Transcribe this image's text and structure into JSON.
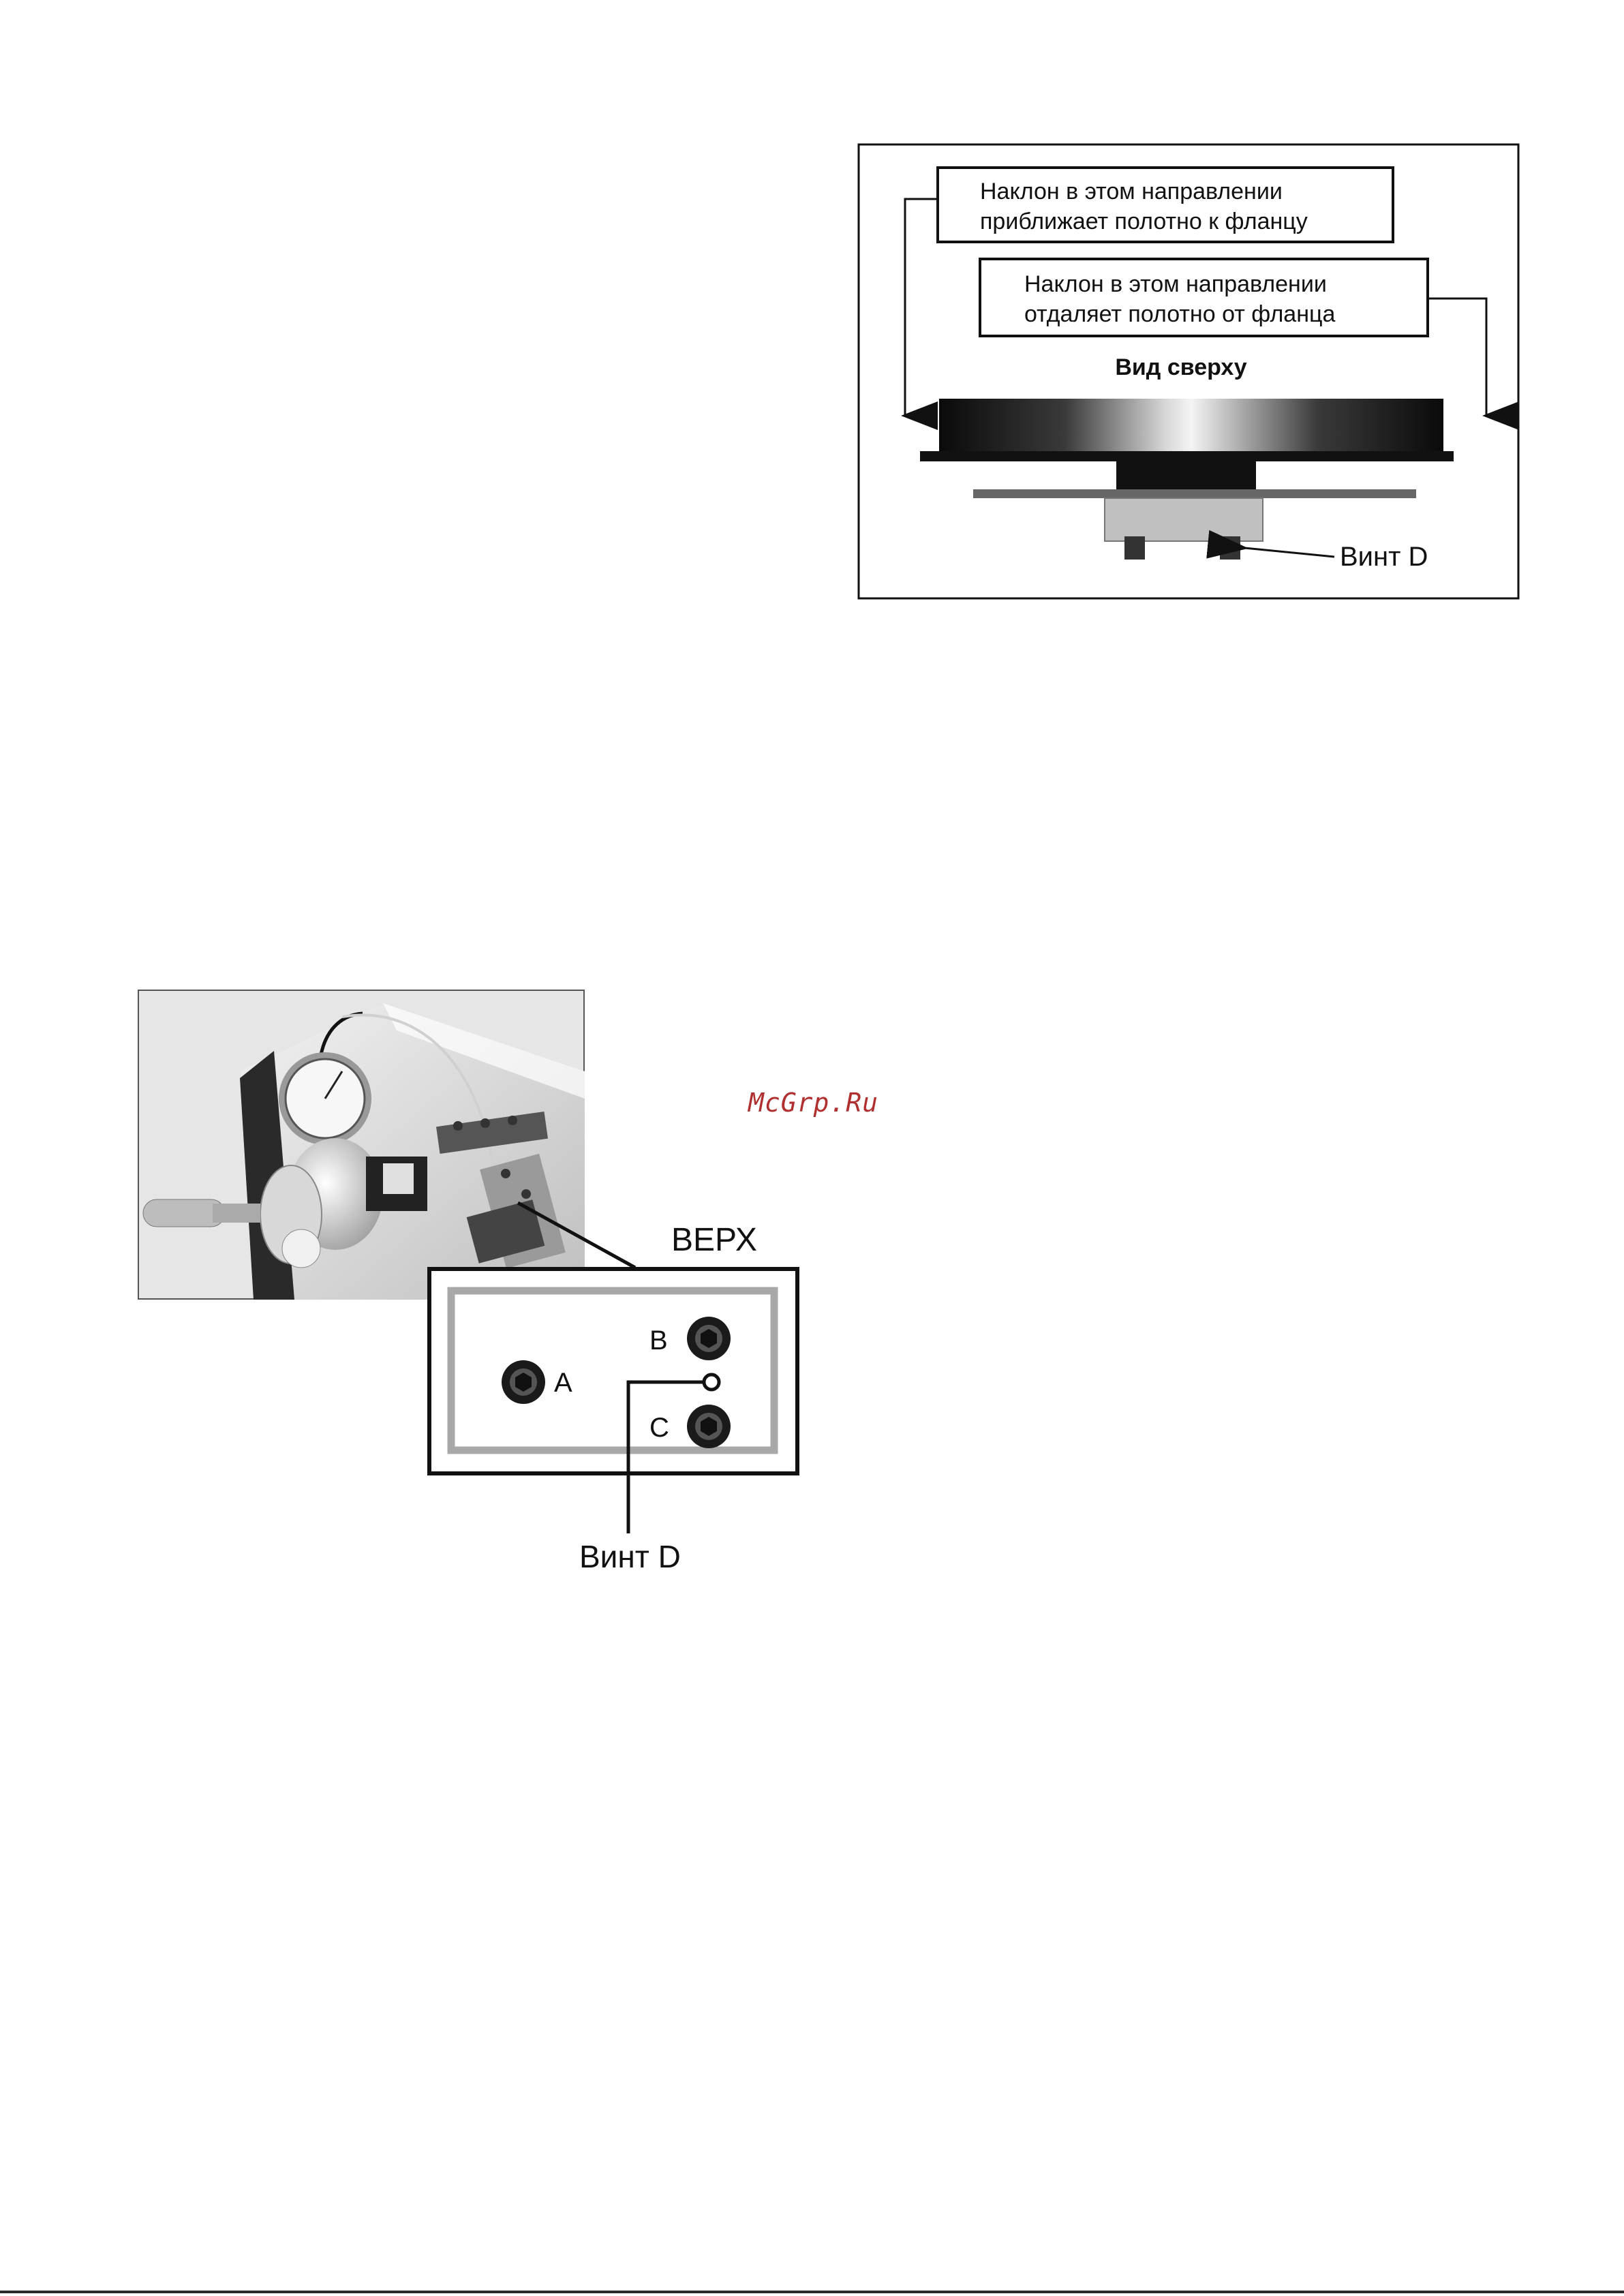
{
  "figure_top": {
    "label_toward": [
      "Наклон в этом направлении",
      "приближает полотно к фланцу"
    ],
    "label_away": [
      "Наклон в этом направлении",
      "отдаляет полотно от фланца"
    ],
    "view_title": "Вид сверху",
    "screw_label": "Винт D"
  },
  "figure_bottom": {
    "panel_title": "ВЕРХ",
    "screw_a": "A",
    "screw_b": "B",
    "screw_c": "C",
    "screw_d_label": "Винт D"
  },
  "watermark": "McGrp.Ru"
}
